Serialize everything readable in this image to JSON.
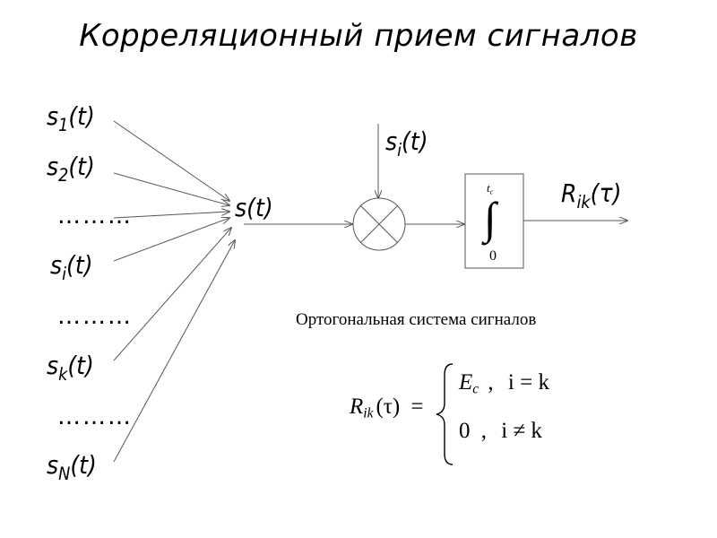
{
  "title": "Корреляционный прием сигналов",
  "inputs": [
    {
      "base": "s",
      "sub": "1",
      "arg": "(t)"
    },
    {
      "base": "s",
      "sub": "2",
      "arg": "(t)"
    },
    {
      "base": "s",
      "sub": "i",
      "arg": "(t)"
    },
    {
      "base": "s",
      "sub": "k",
      "arg": "(t)"
    },
    {
      "base": "s",
      "sub": "N",
      "arg": "(t)"
    }
  ],
  "ellipsis": "…",
  "sum_signal": "s(t)",
  "reference": {
    "base": "s",
    "sub": "i",
    "arg": "(t)"
  },
  "integrator": {
    "upper": "t",
    "upper_sub": "c",
    "symbol": "∫",
    "lower": "0"
  },
  "output": {
    "base": "R",
    "sub": "ik",
    "arg": "(τ)"
  },
  "orthogonal_caption": "Ортогональная система сигналов",
  "formula": {
    "lhs_base": "R",
    "lhs_sub": "ik",
    "lhs_arg": "(τ)",
    "equals": "=",
    "case1_value": "E",
    "case1_sub": "c",
    "case1_sep": ",",
    "case1_cond": "i = k",
    "case2_value": "0",
    "case2_sep": ",",
    "case2_cond": "i ≠ k"
  }
}
